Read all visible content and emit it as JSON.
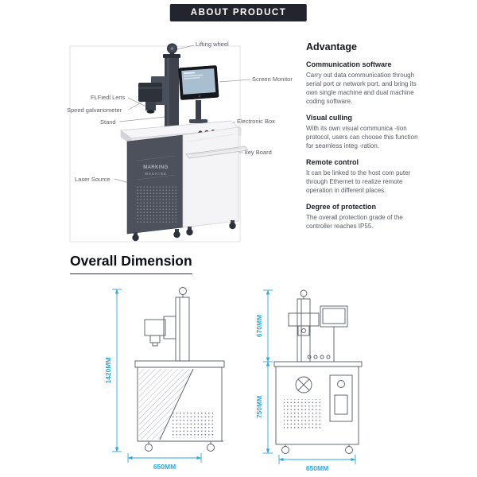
{
  "header": {
    "title": "ABOUT PRODUCT"
  },
  "machine": {
    "brand_line1": "MARKING",
    "brand_line2": "MACHINE",
    "labels": {
      "lifting_wheel": "Lifting wheel",
      "screen_monitor": "Screen Monitor",
      "f_field_lens": "FLFiedl Lens",
      "speed_galvanometer": "Speed galvanometer",
      "stand": "Stand",
      "electronic_box": "Electronic Box",
      "key_board": "key Board",
      "laser_source": "Laser Source"
    }
  },
  "advantage": {
    "title": "Advantage",
    "sections": [
      {
        "heading": "Communication software",
        "body": "Carry out data communication through serial port or network port, and bring its own single machine and dual machine coding software."
      },
      {
        "heading": "Visual culling",
        "body": "With its own visual communica -tion protocol, users can choose this function for seamless integ -ration."
      },
      {
        "heading": "Remote control",
        "body": "It can be linked to the host com puter through Ethernet to realize remote operation in different places."
      },
      {
        "heading": "Degree of protection",
        "body": "The overall protection grade of the controller reaches IP55."
      }
    ]
  },
  "dimensions": {
    "title": "Overall Dimension",
    "side_view": {
      "height": "1420MM",
      "width": "650MM"
    },
    "front_view": {
      "upper_height": "670MM",
      "lower_height": "750MM",
      "width": "650MM"
    }
  },
  "colors": {
    "accent_blue": "#2ba9e0",
    "badge_bg": "#22252e"
  }
}
